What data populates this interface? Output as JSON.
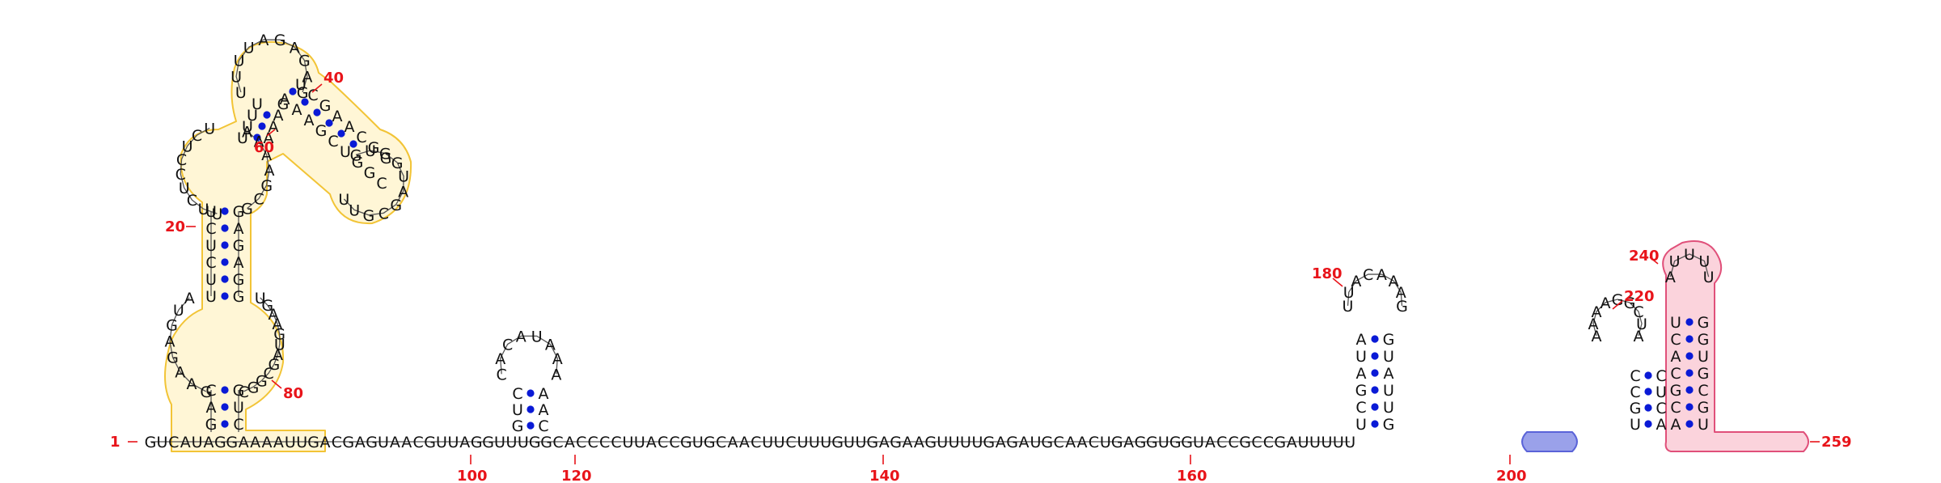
{
  "colors": {
    "nucleotide": "#111111",
    "number": "#e8141a",
    "basepair_dot": "#0a1ad6",
    "yellow_fill": "#fff6d6",
    "yellow_stroke": "#f2c436",
    "pink_fill": "#fbd3dc",
    "pink_stroke": "#e0507a",
    "blue_fill": "#9aa1ea",
    "blue_stroke": "#5a63d8"
  },
  "labels": {
    "start": "1",
    "end": "259",
    "n20": "20",
    "n40": "40",
    "n60": "60",
    "n80": "80",
    "n100": "100",
    "n120": "120",
    "n140": "140",
    "n160": "160",
    "n180": "180",
    "n200": "200",
    "n220": "220",
    "n240": "240"
  },
  "backbone": "GUCAUAGGAAAAUUGACGAGUAACGUUAGGUUUGGCACCCCUUACCGUGCAACUUCUUUGUUGAGAAGUUUUGAGAUGCAACUGAGGUGGUACCGCCGAUUUUU",
  "stem1_left": "GACUCUUUCUU",
  "stem1_right": "CUGAGAGUGG",
  "loop1_left": "GAAGAGUA",
  "loop1_right": "UGAAGUAGCGGC",
  "loop2_left": "UUCUCCUCU",
  "loop2_right": "AAAAGCG",
  "top_loop": "UUUUAGAGAG",
  "helix2": "AAAGCUGGC",
  "helix2_pair": "UCGAACGG",
  "right_loop": "GUGGUAGCGUU",
  "hairpin2": "CACAUAAA",
  "hairpin2_stem_left": "GUC",
  "hairpin2_stem_right": "CAA",
  "hairpin3_loop": "UUACAAAG",
  "hairpin3_left": "UCGAUA",
  "hairpin3_right": "GUUAUG",
  "hairpin4_loop": "AAAAGGCUA",
  "hairpin4_left": "UGCC",
  "hairpin4_right": "ACUC",
  "hairpin5_loop": "AUUUU",
  "hairpin5_left": "ACGCACU",
  "hairpin5_right": "UGCGUGGG"
}
